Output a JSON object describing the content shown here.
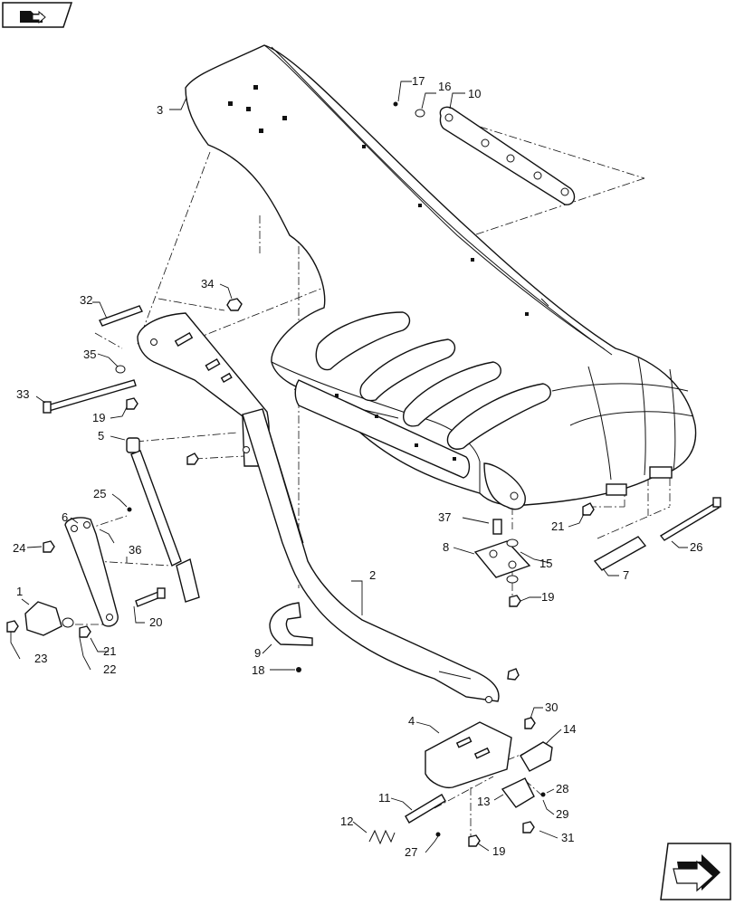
{
  "callouts": [
    {
      "id": "c1",
      "text": "1"
    },
    {
      "id": "c2",
      "text": "2"
    },
    {
      "id": "c3",
      "text": "3"
    },
    {
      "id": "c4",
      "text": "4"
    },
    {
      "id": "c5",
      "text": "5"
    },
    {
      "id": "c6",
      "text": "6"
    },
    {
      "id": "c7",
      "text": "7"
    },
    {
      "id": "c8",
      "text": "8"
    },
    {
      "id": "c9",
      "text": "9"
    },
    {
      "id": "c10",
      "text": "10"
    },
    {
      "id": "c11",
      "text": "11"
    },
    {
      "id": "c12",
      "text": "12"
    },
    {
      "id": "c13",
      "text": "13"
    },
    {
      "id": "c14",
      "text": "14"
    },
    {
      "id": "c15",
      "text": "15"
    },
    {
      "id": "c16",
      "text": "16"
    },
    {
      "id": "c17",
      "text": "17"
    },
    {
      "id": "c18",
      "text": "18"
    },
    {
      "id": "c19a",
      "text": "19"
    },
    {
      "id": "c19b",
      "text": "19"
    },
    {
      "id": "c19c",
      "text": "19"
    },
    {
      "id": "c20",
      "text": "20"
    },
    {
      "id": "c21a",
      "text": "21"
    },
    {
      "id": "c21b",
      "text": "21"
    },
    {
      "id": "c22",
      "text": "22"
    },
    {
      "id": "c23",
      "text": "23"
    },
    {
      "id": "c24",
      "text": "24"
    },
    {
      "id": "c25",
      "text": "25"
    },
    {
      "id": "c26",
      "text": "26"
    },
    {
      "id": "c27",
      "text": "27"
    },
    {
      "id": "c28",
      "text": "28"
    },
    {
      "id": "c29",
      "text": "29"
    },
    {
      "id": "c30",
      "text": "30"
    },
    {
      "id": "c31",
      "text": "31"
    },
    {
      "id": "c32",
      "text": "32"
    },
    {
      "id": "c33",
      "text": "33"
    },
    {
      "id": "c34",
      "text": "34"
    },
    {
      "id": "c35",
      "text": "35"
    },
    {
      "id": "c36",
      "text": "36"
    },
    {
      "id": "c37",
      "text": "37"
    }
  ],
  "icons": {
    "top_left": "folder-arrow-icon",
    "bottom_right": "next-page-arrow-icon"
  }
}
